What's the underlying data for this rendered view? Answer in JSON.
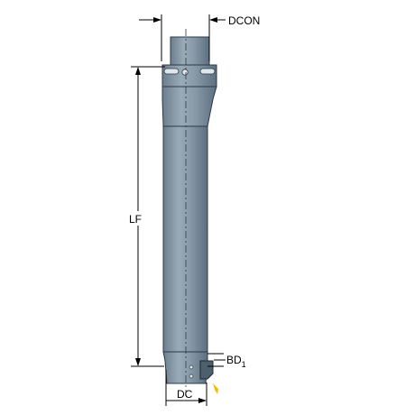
{
  "labels": {
    "dcon": "DCON",
    "lf": "LF",
    "bd": "BD",
    "bd_sub": "1",
    "dc": "DC"
  },
  "colors": {
    "tool_body": "#8496a4",
    "tool_highlight": "#a7b6c2",
    "tool_shadow": "#5f7282",
    "outline": "#2c3944",
    "dimension_lines": "#000000",
    "background": "#ffffff",
    "accent_mark": "#f0c000"
  }
}
